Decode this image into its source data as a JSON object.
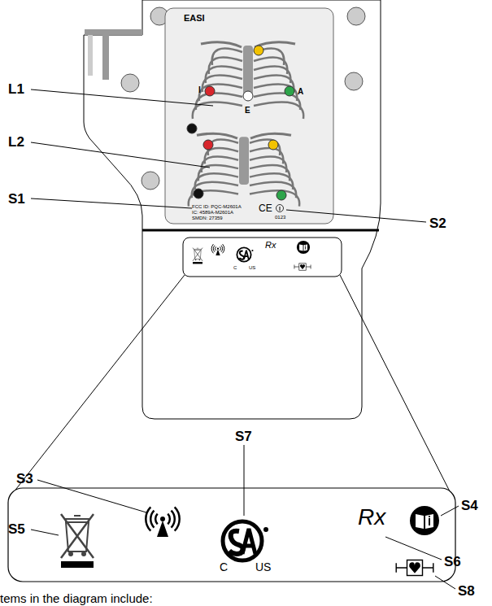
{
  "diagram": {
    "labels": [
      "L1",
      "L2",
      "S1",
      "S2",
      "S7",
      "S3",
      "S5",
      "S4",
      "S6",
      "S8",
      "EASI",
      "I",
      "A",
      "E",
      "FCC ID: PQC-M2601A",
      "IC: 4589A-M2601A",
      "SMDN: 27359",
      "CE",
      "0123",
      "Rx",
      "C",
      "US",
      "C",
      "US",
      "Rx",
      "tems in the diagram include:"
    ]
  }
}
